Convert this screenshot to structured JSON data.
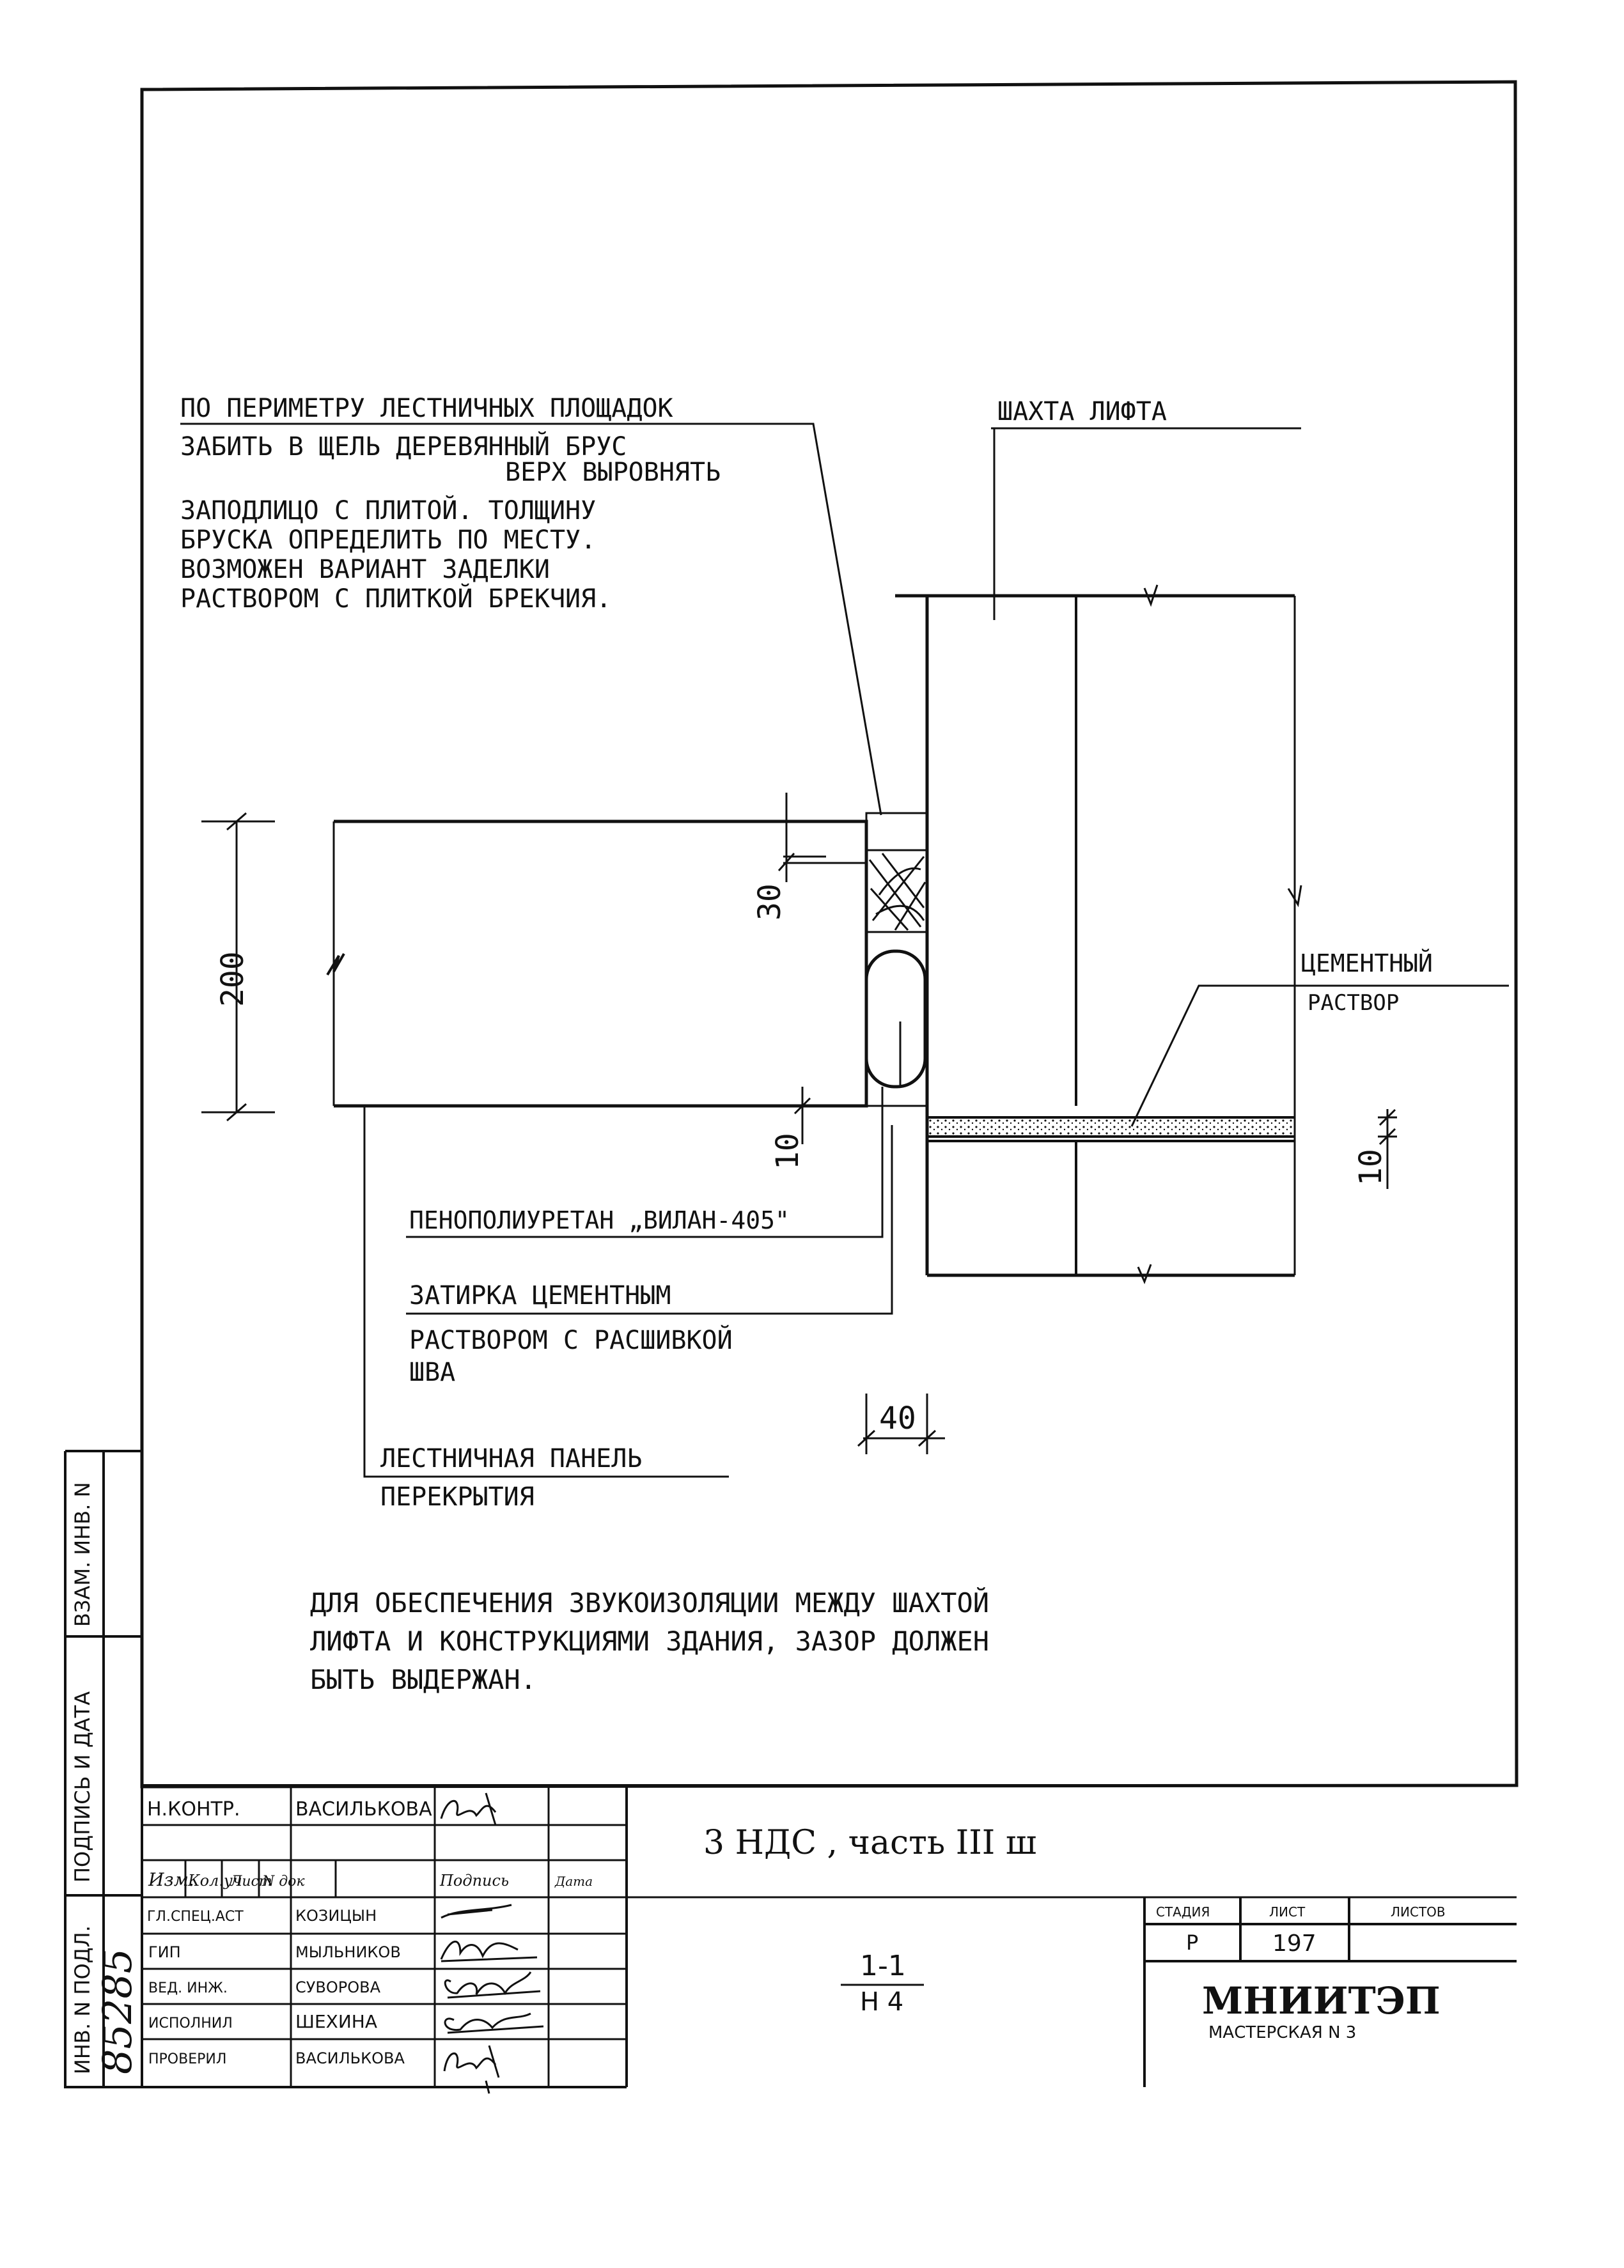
{
  "annotations": {
    "gap_note": [
      "ПО ПЕРИМЕТРУ ЛЕСТНИЧНЫХ ПЛОЩАДОК",
      "ЗАБИТЬ В ЩЕЛЬ ДЕРЕВЯННЫЙ БРУС",
      "ВЕРХ ВЫРОВНЯТЬ",
      "ЗАПОДЛИЦО С ПЛИТОЙ. ТОЛЩИНУ",
      "БРУСКА ОПРЕДЕЛИТЬ ПО МЕСТУ.",
      "ВОЗМОЖЕН ВАРИАНТ ЗАДЕЛКИ",
      "РАСТВОРОМ С ПЛИТКОЙ БРЕКЧИЯ."
    ],
    "shaft": "ШАХТА ЛИФТА",
    "cement_1": "ЦЕМЕНТНЫЙ",
    "cement_2": "РАСТВОР",
    "foam": "ПЕНОПОЛИУРЕТАН „ВИЛАН-405\"",
    "grout_1": "ЗАТИРКА ЦЕМЕНТНЫМ",
    "grout_2": "РАСТВОРОМ С РАСШИВКОЙ",
    "grout_3": "ШВА",
    "panel_1": "ЛЕСТНИЧНАЯ ПАНЕЛЬ",
    "panel_2": "ПЕРЕКРЫТИЯ",
    "note": [
      "ДЛЯ ОБЕСПЕЧЕНИЯ ЗВУКОИЗОЛЯЦИИ МЕЖДУ ШАХТОЙ",
      "ЛИФТА И КОНСТРУКЦИЯМИ ЗДАНИЯ, ЗАЗОР ДОЛЖЕН",
      "БЫТЬ ВЫДЕРЖАН."
    ]
  },
  "dimensions": {
    "slab_thickness": "200",
    "top_gap": "30",
    "bottom_gap": "10",
    "joint_width": "40",
    "mortar_joint": "10"
  },
  "side_stamp": {
    "inv_swap": "ВЗАМ. ИНВ. N",
    "sign_date": "ПОДПИСЬ И ДАТА",
    "inv_orig": "ИНВ. N ПОДЛ.",
    "inv_value": "85285"
  },
  "title_block": {
    "norm_control_role": "Н.КОНТР.",
    "norm_control_name": "ВАСИЛЬКОВА",
    "header": [
      "Изм.",
      "Кол.уч",
      "Лист",
      "N док",
      "Подпись",
      "Дата"
    ],
    "staff": [
      {
        "role": "ГЛ.СПЕЦ.АСТ",
        "name": "КОЗИЦЫН"
      },
      {
        "role": "ГИП",
        "name": "МЫЛЬНИКОВ"
      },
      {
        "role": "ВЕД. ИНЖ.",
        "name": "СУВОРОВА"
      },
      {
        "role": "ИСПОЛНИЛ",
        "name": "ШЕХИНА"
      },
      {
        "role": "ПРОВЕРИЛ",
        "name": "ВАСИЛЬКОВА"
      }
    ],
    "project": "3 НДС , часть III ш",
    "section_num": "1-1",
    "section_den": "Н 4",
    "stage_label": "СТАДИЯ",
    "sheet_label": "ЛИСТ",
    "sheets_label": "ЛИСТОВ",
    "stage": "Р",
    "sheet": "197",
    "org": "МНИИТЭП",
    "workshop": "МАСТЕРСКАЯ N 3"
  }
}
